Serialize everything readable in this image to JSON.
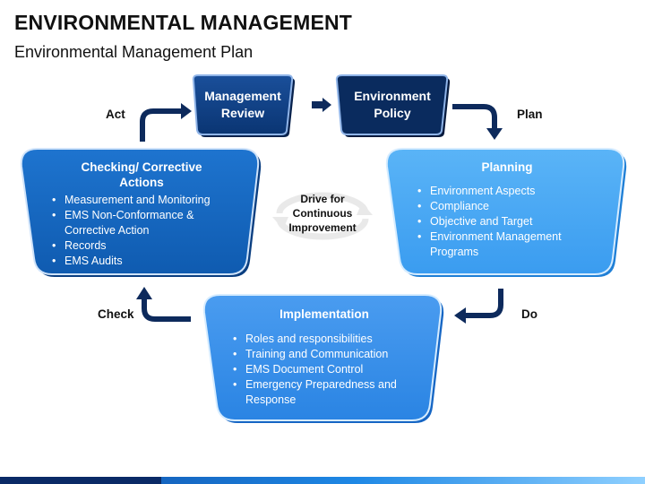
{
  "title": "ENVIRONMENTAL MANAGEMENT",
  "subtitle": "Environmental Management Plan",
  "top_boxes": {
    "management_review": {
      "line1": "Management",
      "line2": "Review"
    },
    "environment_policy": {
      "line1": "Environment",
      "line2": "Policy"
    }
  },
  "stage_labels": {
    "act": "Act",
    "plan": "Plan",
    "do": "Do",
    "check": "Check"
  },
  "center": {
    "line1": "Drive for",
    "line2": "Continuous",
    "line3": "Improvement"
  },
  "boxes": {
    "checking": {
      "heading_line1": "Checking/ Corrective",
      "heading_line2": "Actions",
      "items": [
        "Measurement and Monitoring",
        "EMS Non-Conformance & Corrective Action",
        "Records",
        "EMS Audits"
      ]
    },
    "planning": {
      "heading": "Planning",
      "items": [
        "Environment Aspects",
        "Compliance",
        "Objective and Target",
        "Environment Management Programs"
      ]
    },
    "implementation": {
      "heading": "Implementation",
      "items": [
        "Roles and responsibilities",
        "Training and Communication",
        "EMS Document Control",
        "Emergency Preparedness and Response"
      ]
    }
  },
  "colors": {
    "dark_navy": "#0a3573",
    "medium_blue": "#1565c0",
    "light_blue": "#42a5f5",
    "implementation_blue": "#2f8ae6",
    "arrow": "#0d2a5c"
  }
}
